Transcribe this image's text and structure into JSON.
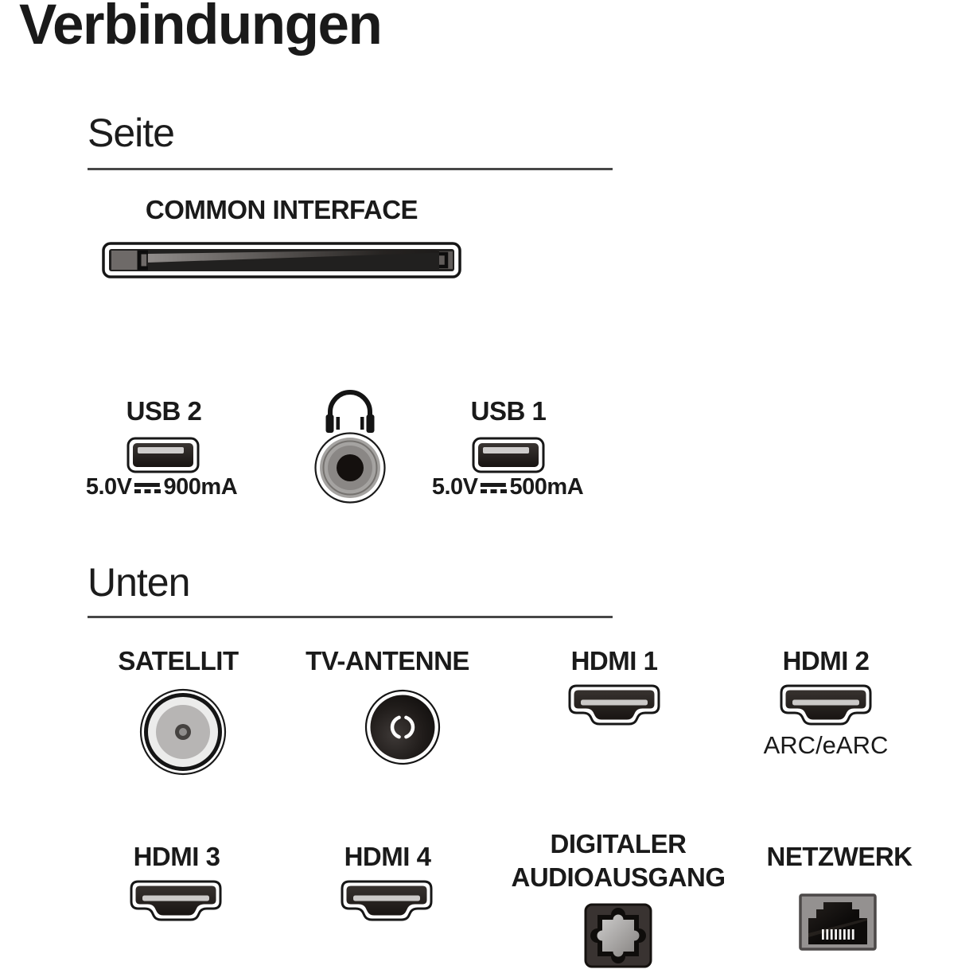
{
  "page": {
    "title": "Verbindungen"
  },
  "side_section": {
    "heading": "Seite",
    "common_interface": {
      "label": "COMMON INTERFACE",
      "icon": "common-interface-slot"
    },
    "usb2": {
      "label": "USB 2",
      "voltage": "5.0V",
      "current": "900mA",
      "icon": "usb-port"
    },
    "headphones": {
      "icon": "headphones-jack"
    },
    "usb1": {
      "label": "USB 1",
      "voltage": "5.0V",
      "current": "500mA",
      "icon": "usb-port"
    }
  },
  "bottom_section": {
    "heading": "Unten",
    "satellit": {
      "label": "SATELLIT",
      "icon": "satellite-f-connector"
    },
    "tv_antenne": {
      "label": "TV-ANTENNE",
      "icon": "antenna-iec-connector"
    },
    "hdmi1": {
      "label": "HDMI 1",
      "icon": "hdmi-port"
    },
    "hdmi2": {
      "label": "HDMI 2",
      "sublabel": "ARC/eARC",
      "icon": "hdmi-port"
    },
    "hdmi3": {
      "label": "HDMI 3",
      "icon": "hdmi-port"
    },
    "hdmi4": {
      "label": "HDMI 4",
      "icon": "hdmi-port"
    },
    "digital_audio": {
      "label_line1": "DIGITALER",
      "label_line2": "AUDIOAUSGANG",
      "icon": "toslink-optical-port"
    },
    "netzwerk": {
      "label": "NETZWERK",
      "icon": "rj45-ethernet-port"
    }
  },
  "colors": {
    "text": "#1a1a1a",
    "divider": "#474747",
    "port_dark": "#241f1c",
    "port_slot_bar": "#cbc9c8",
    "connector_gray": "#b7b5b4"
  }
}
